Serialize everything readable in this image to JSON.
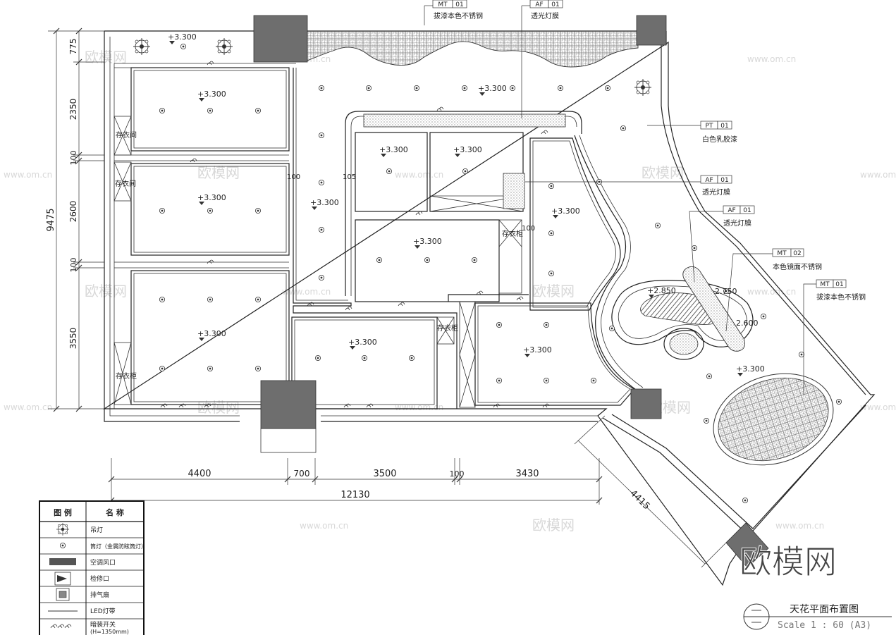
{
  "title": {
    "main": "天花平面布置图",
    "scale": "Scale 1 : 60 (A3)"
  },
  "watermark": {
    "brand": "欧模网",
    "url": "www.om.cn",
    "big": "欧模网"
  },
  "dimensions": {
    "left_total": "9475",
    "left": [
      "775",
      "2350",
      "100",
      "2600",
      "100",
      "3550"
    ],
    "bottom": [
      "4400",
      "700",
      "3500",
      "100",
      "3430"
    ],
    "bottom_total": "12130",
    "diagonal": "4415",
    "inner_100": "100",
    "inner_105": "105"
  },
  "levels": {
    "l3300": "+3.300",
    "l2850": "+2.850",
    "l2750": "2.750",
    "l2600": "2.600"
  },
  "room_labels": {
    "storage": "存衣间",
    "storage2": "存衣间",
    "storage3": "存衣柜",
    "storage4": "存衣柜",
    "storage5": "存衣柜"
  },
  "tags": [
    {
      "code": "MT",
      "num": "01",
      "text": "拔漆本色不锈钢"
    },
    {
      "code": "AF",
      "num": "01",
      "text": "透光灯膜"
    },
    {
      "code": "PT",
      "num": "01",
      "text": "白色乳胶漆"
    },
    {
      "code": "AF",
      "num": "01",
      "text": "透光灯膜"
    },
    {
      "code": "AF",
      "num": "01",
      "text": "透光灯膜"
    },
    {
      "code": "MT",
      "num": "02",
      "text": "本色镜面不锈钢"
    },
    {
      "code": "MT",
      "num": "01",
      "text": "拔漆本色不锈钢"
    }
  ],
  "legend": {
    "header": [
      "图 例",
      "名 称"
    ],
    "rows": [
      {
        "icon": "pendant-lamp-icon",
        "name": "吊灯"
      },
      {
        "icon": "downlight-icon",
        "name": "筒灯（金属防眩筒灯）"
      },
      {
        "icon": "ac-outlet-icon",
        "name": "空调风口"
      },
      {
        "icon": "return-air-icon",
        "name": "检修口"
      },
      {
        "icon": "exhaust-fan-icon",
        "name": "排气扇"
      },
      {
        "icon": "led-strip-icon",
        "name": "LED灯带"
      },
      {
        "icon": "switch-icon",
        "name": "暗装开关",
        "sub": "(H=1350mm)"
      }
    ]
  }
}
